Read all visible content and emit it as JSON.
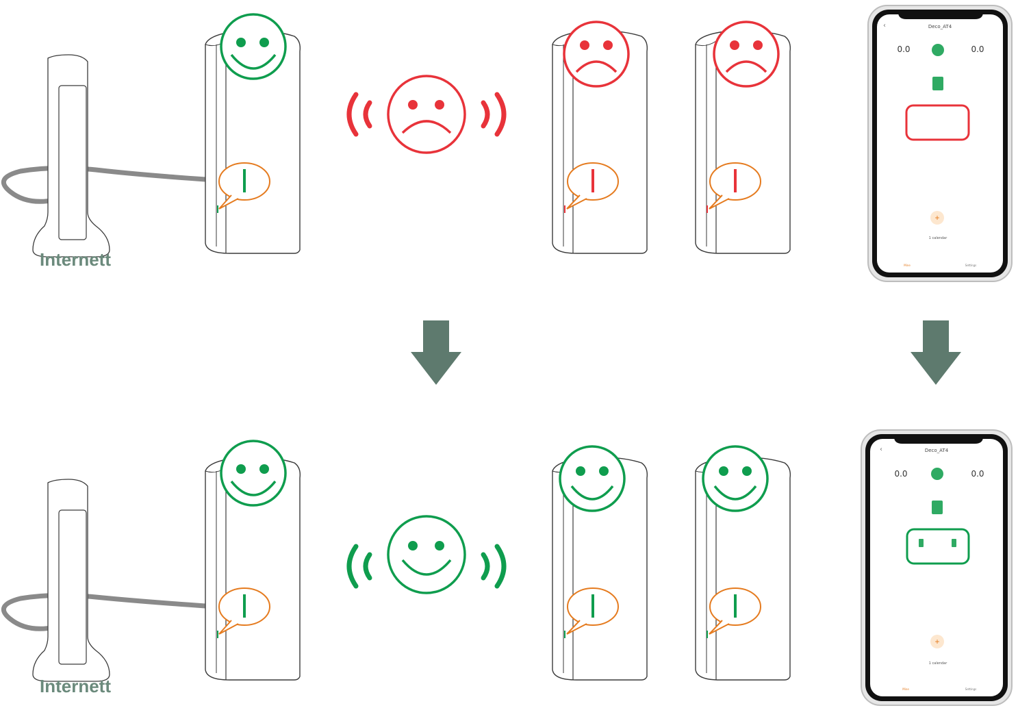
{
  "colors": {
    "ok": "#0f9d4e",
    "bad": "#e8333a",
    "bubble": "#e57b1f",
    "arrow": "#5e7a6e",
    "cable": "#8a8a8a",
    "outline": "#3a3a3a",
    "label": "#6b8a7c"
  },
  "router_label": "Internett",
  "phone": {
    "title": "Deco_AT4",
    "left_value": "0.0",
    "right_value": "0.0",
    "calendar_label": "1 calendar",
    "nav_left": "Mine",
    "nav_right": "Settings"
  },
  "rows": [
    {
      "state": "bad",
      "satellite_a": "sad",
      "satellite_b": "sad",
      "signal": "sad",
      "phone_panel": "empty"
    },
    {
      "state": "ok",
      "satellite_a": "happy",
      "satellite_b": "happy",
      "signal": "happy",
      "phone_panel": "two-nodes"
    }
  ]
}
